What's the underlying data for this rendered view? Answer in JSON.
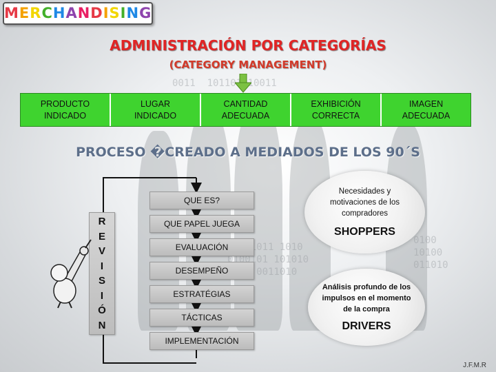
{
  "logo": {
    "text": "MERCHANDISING",
    "colors": [
      "#e63946",
      "#f4a100",
      "#f2d600",
      "#43b02a",
      "#1e88e5",
      "#8e44ad",
      "#e91e63"
    ]
  },
  "header": {
    "title": "ADMINISTRACIÓN POR CATEGORÍAS",
    "subtitle": "(CATEGORY MANAGEMENT)"
  },
  "categories": [
    {
      "line1": "PRODUCTO",
      "line2": "INDICADO"
    },
    {
      "line1": "LUGAR",
      "line2": "INDICADO"
    },
    {
      "line1": "CANTIDAD",
      "line2": "ADECUADA"
    },
    {
      "line1": "EXHIBICIÓN",
      "line2": "CORRECTA"
    },
    {
      "line1": "IMAGEN",
      "line2": "ADECUADA"
    }
  ],
  "process_heading": "PROCESO �CREADO A MEDIADOS DE LOS 90´S",
  "flow_steps": {
    "que_es": "QUE ES?",
    "que_papel": "QUE PAPEL JUEGA",
    "evaluacion": "EVALUACIÓN",
    "desempeno": "DESEMPEÑO",
    "estrategias": "ESTRATÉGIAS",
    "tacticas": "TÁCTICAS",
    "implementacion": "IMPLEMENTACIÓN"
  },
  "revision_letters": [
    "R",
    "E",
    "V",
    "I",
    "S",
    "I",
    "Ó",
    "N"
  ],
  "shoppers": {
    "description": "Necesidades y motivaciones de los compradores",
    "label": "SHOPPERS"
  },
  "drivers": {
    "description": "Análisis profundo de los impulsos en el momento de la compra",
    "label": "DRIVERS"
  },
  "signature": "J.F.M.R",
  "accent_colors": {
    "green_bar": "#3fd32f",
    "title_red": "#e02525",
    "heading_blue": "#5d6f8a",
    "arrow_green": "#7cc142"
  }
}
